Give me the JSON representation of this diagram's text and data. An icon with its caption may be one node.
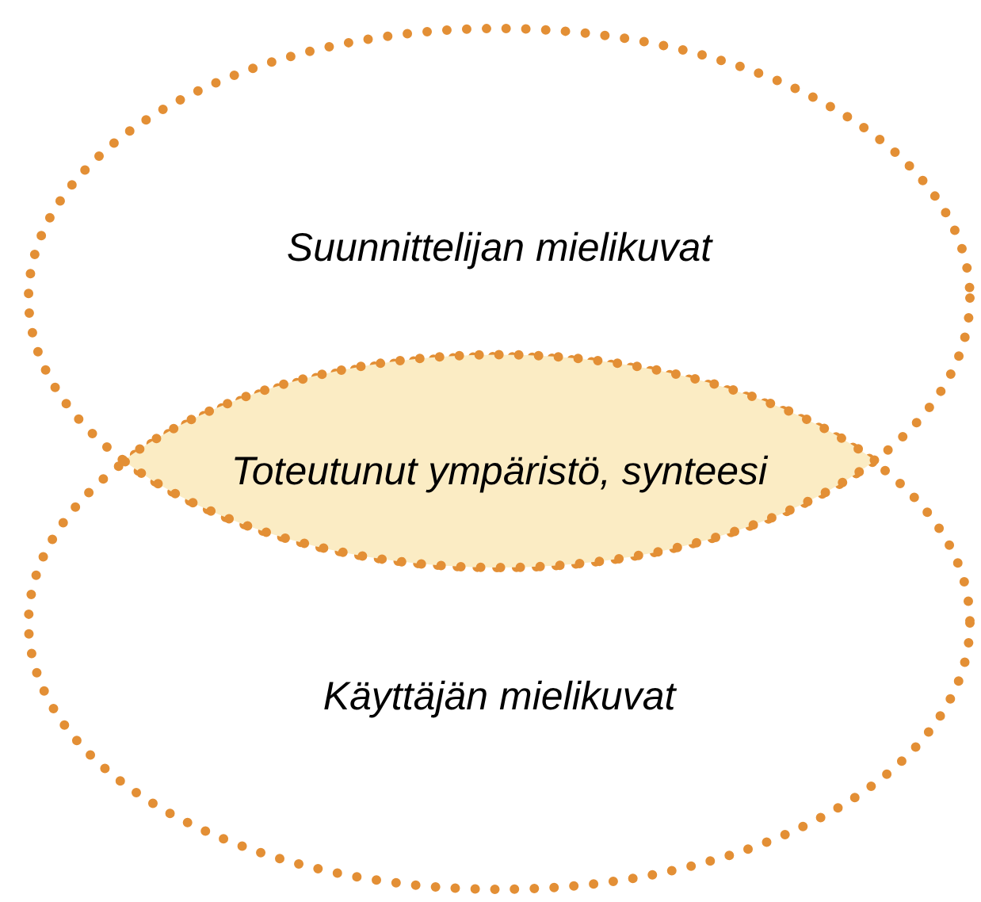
{
  "diagram": {
    "nodes": [
      {
        "text": [
          "Suunnittelijan mielikuvat"
        ]
      },
      {
        "text": [
          "Käyttäjän mielikuvat"
        ]
      },
      {
        "text": [
          "Toteutunut ympäristö, synteesi"
        ]
      }
    ]
  }
}
